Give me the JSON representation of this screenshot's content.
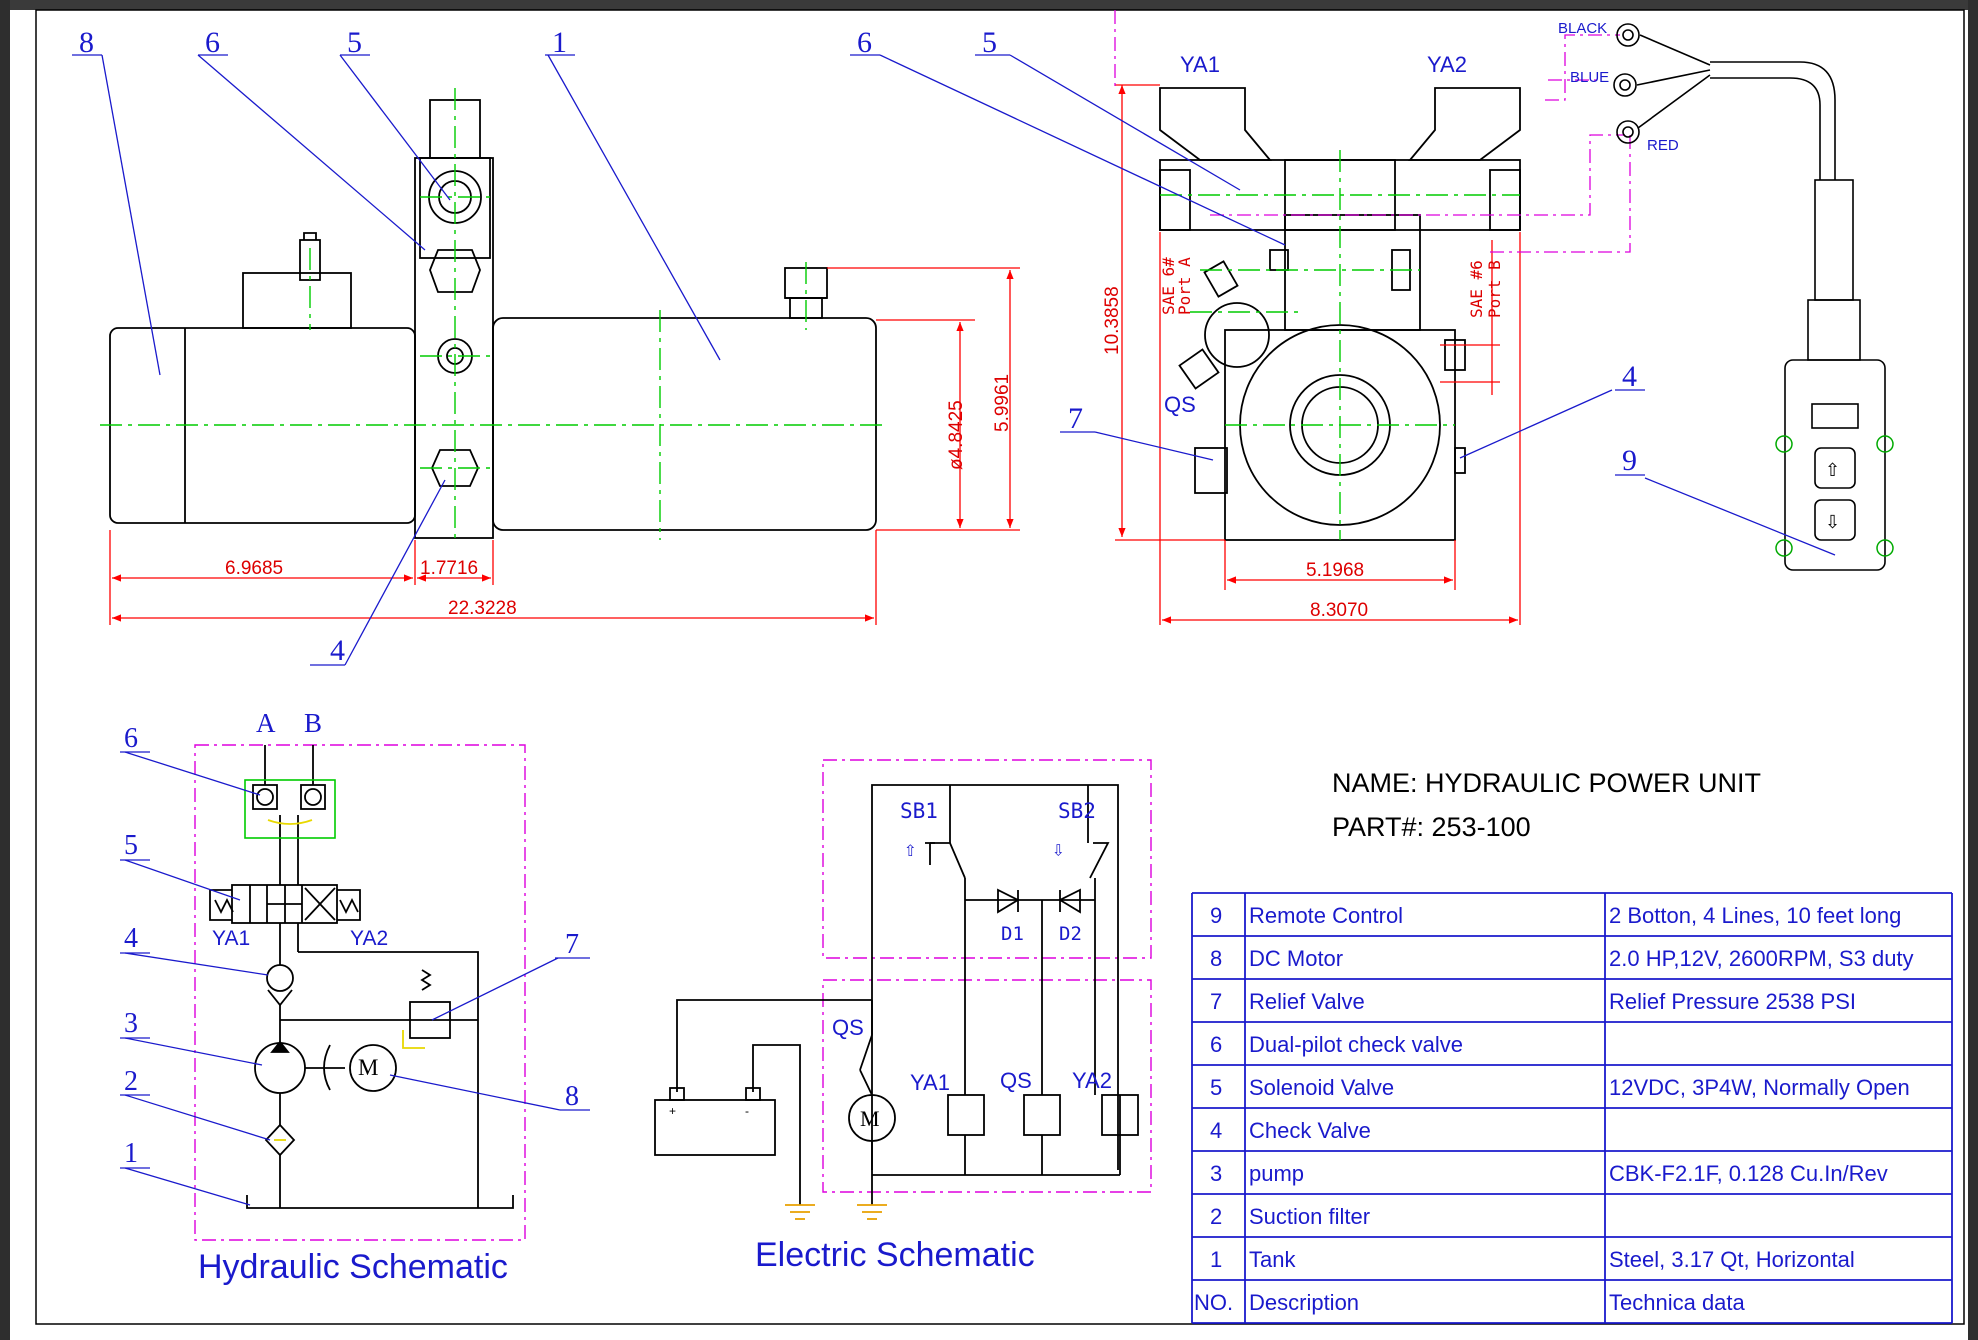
{
  "balloons_top_left": [
    "8",
    "6",
    "5",
    "1",
    "4"
  ],
  "balloons_top_right": [
    "6",
    "5",
    "7",
    "4",
    "9"
  ],
  "dims_side": {
    "motor_len": "6.9685",
    "block_w": "1.7716",
    "overall_len": "22.3228",
    "tank_dia": "ø4.8425",
    "height": "5.9961"
  },
  "dims_end": {
    "height": "10.3858",
    "base_w": "5.1968",
    "overall_w": "8.3070"
  },
  "end_view_labels": {
    "ya1": "YA1",
    "ya2": "YA2",
    "qs": "QS",
    "port_a_line1": "SAE 6#",
    "port_a_line2": "Port A",
    "port_b_line1": "SAE #6",
    "port_b_line2": "Port B"
  },
  "wires": {
    "black": "BLACK",
    "blue": "BLUE",
    "red": "RED"
  },
  "hydraulic": {
    "title": "Hydraulic Schematic",
    "port_a": "A",
    "port_b": "B",
    "ya1": "YA1",
    "ya2": "YA2",
    "motor": "M",
    "balloons": [
      "6",
      "5",
      "4",
      "3",
      "2",
      "1",
      "7",
      "8"
    ]
  },
  "electric": {
    "title": "Electric Schematic",
    "sb1": "SB1",
    "sb2": "SB2",
    "d1": "D1",
    "d2": "D2",
    "qs_switch": "QS",
    "ya1": "YA1",
    "qs_coil": "QS",
    "ya2": "YA2",
    "motor": "M",
    "plus": "+",
    "minus": "-",
    "arrow_up": "⇧",
    "arrow_down": "⇩"
  },
  "title_block": {
    "name": "NAME: HYDRAULIC POWER UNIT",
    "part": "PART#: 253-100"
  },
  "bom": {
    "rows": [
      {
        "no": "9",
        "desc": "Remote Control",
        "tech": "2 Botton, 4 Lines, 10 feet long"
      },
      {
        "no": "8",
        "desc": "DC Motor",
        "tech": "2.0 HP,12V, 2600RPM, S3 duty"
      },
      {
        "no": "7",
        "desc": "Relief Valve",
        "tech": "Relief Pressure 2538 PSI"
      },
      {
        "no": "6",
        "desc": "Dual-pilot check valve",
        "tech": ""
      },
      {
        "no": "5",
        "desc": "Solenoid  Valve",
        "tech": "12VDC, 3P4W, Normally Open"
      },
      {
        "no": "4",
        "desc": "Check Valve",
        "tech": ""
      },
      {
        "no": "3",
        "desc": "pump",
        "tech": "CBK-F2.1F, 0.128 Cu.In/Rev"
      },
      {
        "no": "2",
        "desc": "Suction filter",
        "tech": ""
      },
      {
        "no": "1",
        "desc": "Tank",
        "tech": "Steel, 3.17 Qt, Horizontal"
      }
    ],
    "header": {
      "no": "NO.",
      "desc": "Description",
      "tech": "Technica data"
    }
  },
  "colors": {
    "outline": "#000000",
    "center": "#00cc00",
    "dim": "#ff0000",
    "leader": "#1a1acc",
    "frame": "#dd00dd",
    "yellow": "#e8d800"
  }
}
